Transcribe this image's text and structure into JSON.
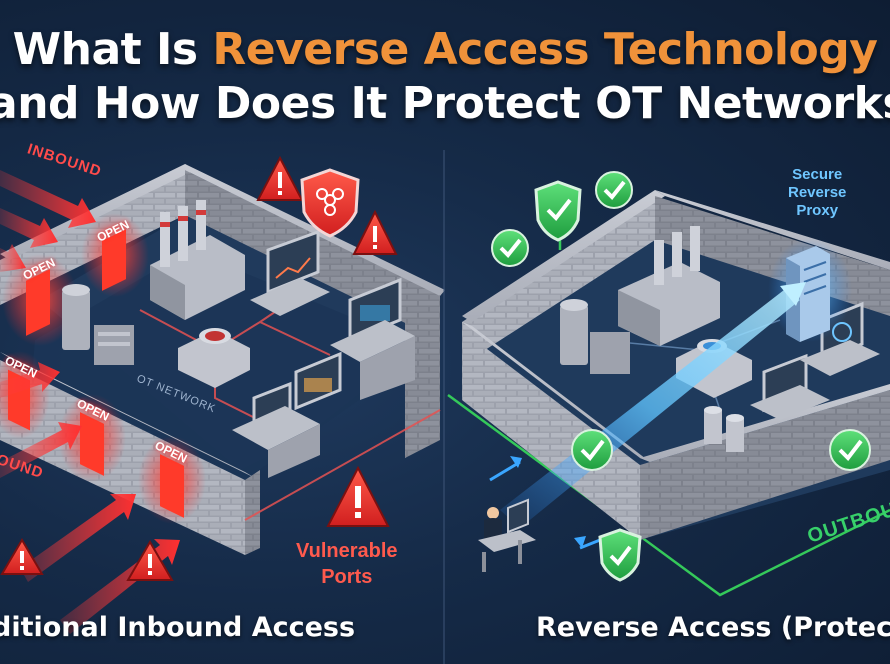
{
  "title": {
    "line1_prefix": "What Is ",
    "line1_accent": "Reverse Access Technology",
    "line2": "and How Does It Protect OT Networks?"
  },
  "left_panel": {
    "caption": "ditional Inbound Access",
    "inbound_label": "INBOUND",
    "inbound_label_2": "OUND",
    "open_label": "OPEN",
    "network_label": "OT NETWORK",
    "vulnerable_line1": "Vulnerable",
    "vulnerable_line2": "Ports"
  },
  "right_panel": {
    "caption": "Reverse Access (Protect",
    "proxy_line1": "Secure",
    "proxy_line2": "Reverse",
    "proxy_line3": "Proxy",
    "outbound_label": "OUTBOU"
  },
  "colors": {
    "accent": "#f0923a",
    "danger": "#ff3b3b",
    "safe": "#2fbf55",
    "flow": "#3aa6ff",
    "background": "#152a47"
  },
  "icons": [
    "warning-icon",
    "biohazard-shield-icon",
    "check-icon",
    "check-shield-icon",
    "factory-icon",
    "server-icon",
    "monitor-icon",
    "database-icon",
    "user-workstation-icon"
  ]
}
